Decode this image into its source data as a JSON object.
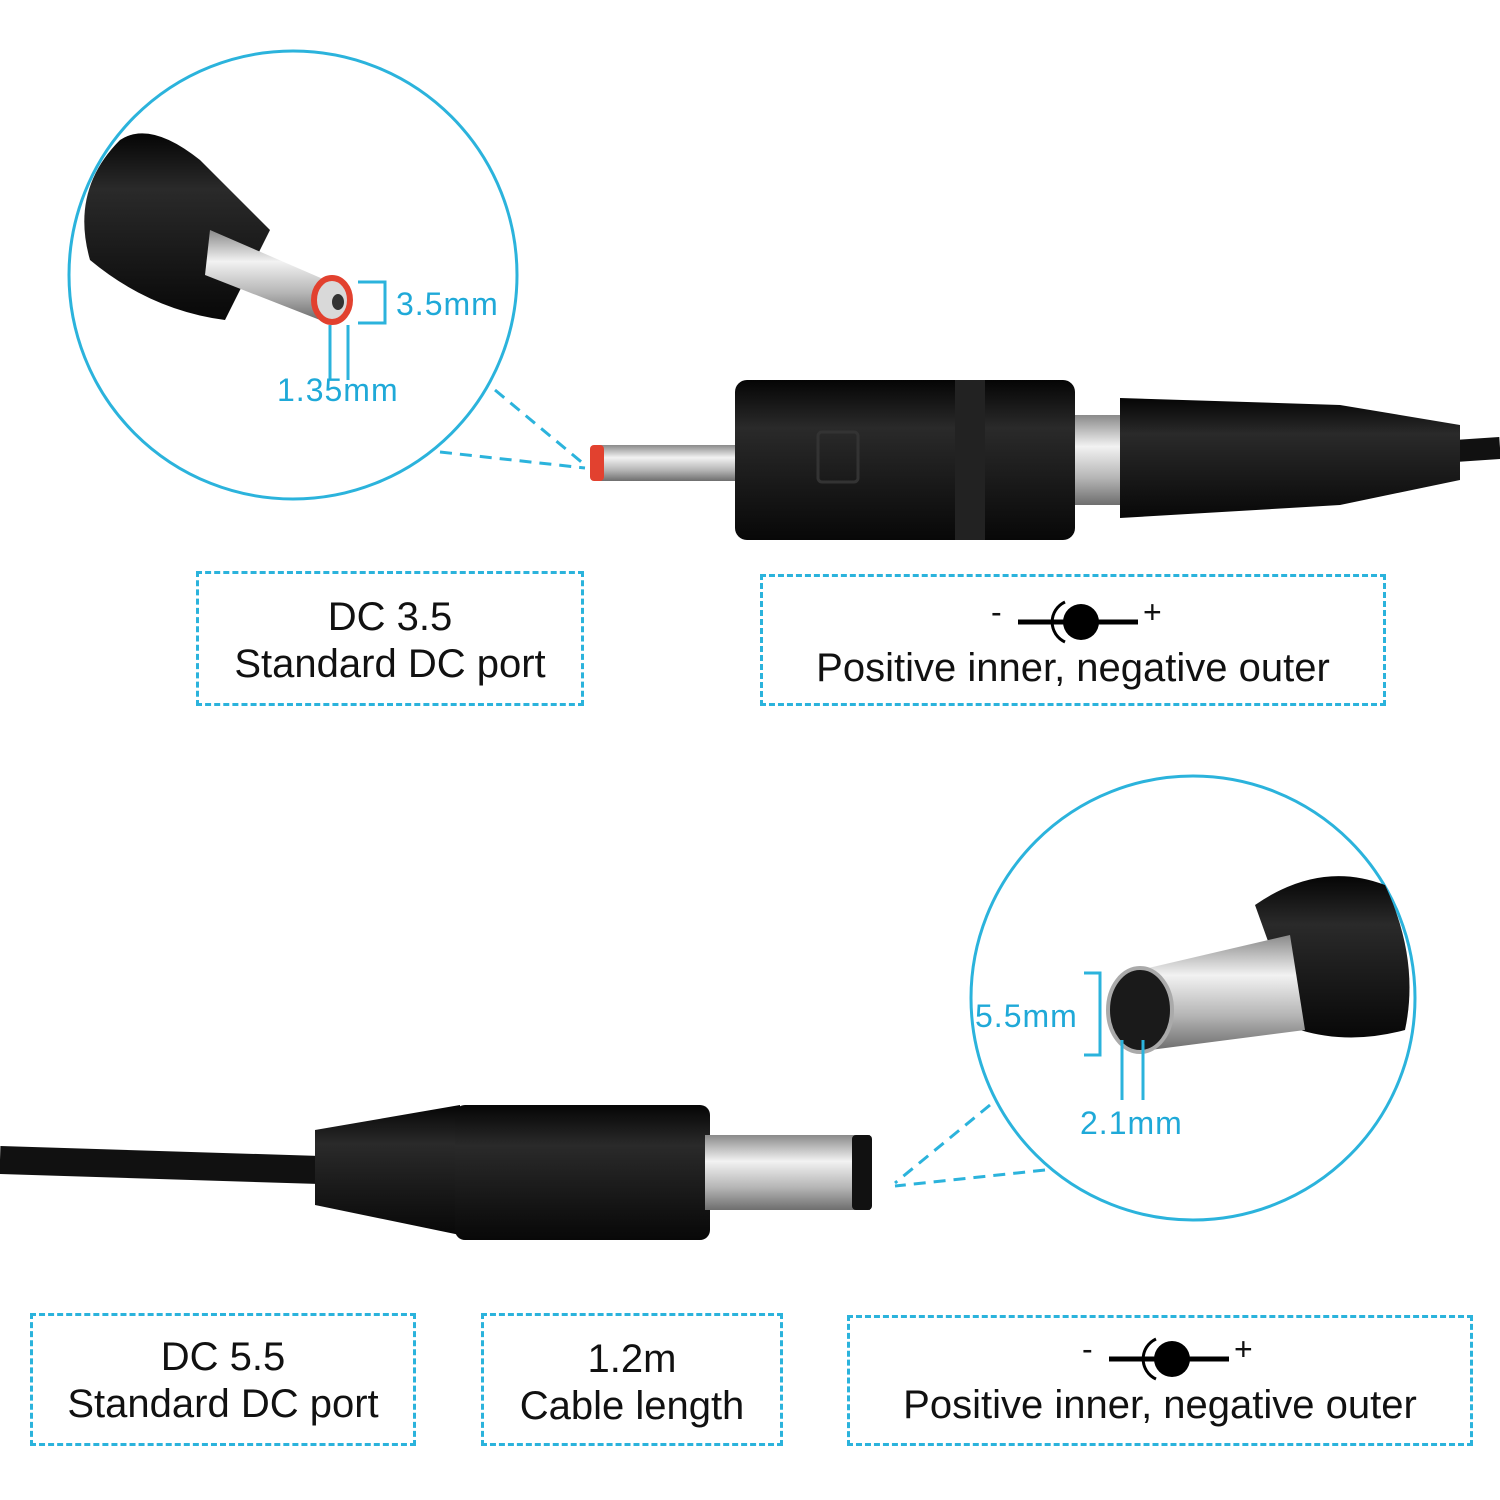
{
  "top_port": {
    "title": "DC 3.5",
    "subtitle": "Standard DC port",
    "outer_dim": "3.5mm",
    "inner_dim": "1.35mm"
  },
  "top_polarity": {
    "minus": "-",
    "plus": "+",
    "text": "Positive inner, negative outer"
  },
  "bottom_port": {
    "title": "DC 5.5",
    "subtitle": "Standard DC port",
    "outer_dim": "5.5mm",
    "inner_dim": "2.1mm"
  },
  "cable": {
    "value": "1.2m",
    "label": "Cable length"
  },
  "bottom_polarity": {
    "minus": "-",
    "plus": "+",
    "text": "Positive inner, negative outer"
  },
  "colors": {
    "accent": "#2bb3dc",
    "plug": "#151515",
    "metal": "#c9c9c9",
    "tip": "#e2412f"
  }
}
